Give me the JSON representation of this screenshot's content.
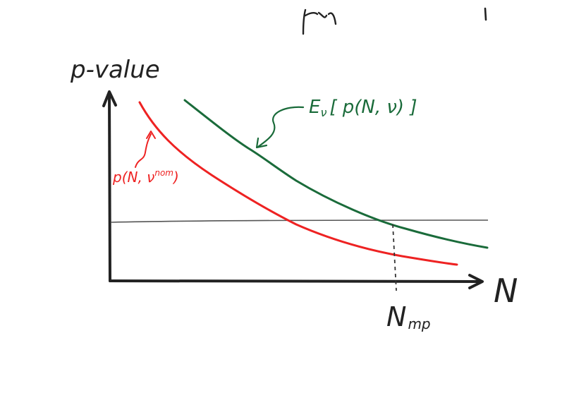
{
  "figure": {
    "top_fragment_left": "",
    "top_fragment_right": ""
  },
  "axes": {
    "y_label": "p-value",
    "x_label": "N",
    "x_marker_label": "N",
    "x_marker_subscript": "mp"
  },
  "curves": {
    "expected": {
      "label": "E",
      "label_sub": "ν",
      "label_rest": "[ p(N, ν) ]",
      "color": "#1a6b3a"
    },
    "nominal": {
      "label": "p(N, ν",
      "label_sup": "nom",
      "label_end": ")",
      "color": "#ee2222"
    }
  },
  "colors": {
    "axis": "#222222",
    "threshold": "#555555"
  }
}
